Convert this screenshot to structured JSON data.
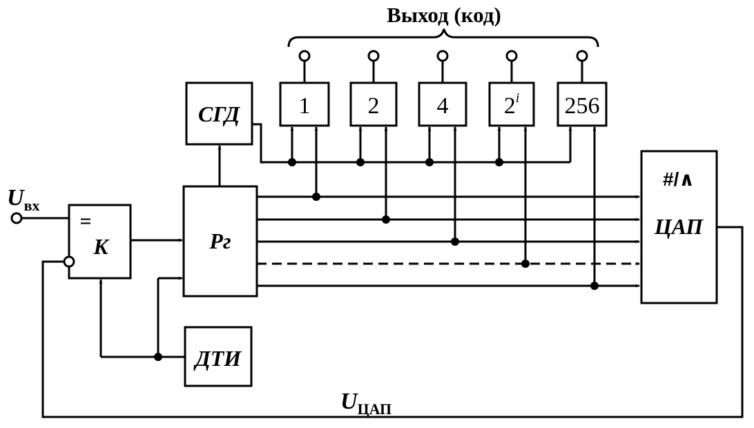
{
  "title": "Выход (код)",
  "input_label": {
    "main": "U",
    "sub": "вх"
  },
  "feedback_label": {
    "main": "U",
    "sub": "ЦАП"
  },
  "blocks": {
    "comparator": {
      "symbol": "=",
      "label": "K"
    },
    "register": {
      "label": "Рг"
    },
    "sgd": {
      "label": "СГД"
    },
    "dti": {
      "label": "ДТИ"
    },
    "dac": {
      "symbol": "#/∧",
      "label": "ЦАП"
    }
  },
  "bits": [
    {
      "label": "1",
      "sup": ""
    },
    {
      "label": "2",
      "sup": ""
    },
    {
      "label": "4",
      "sup": ""
    },
    {
      "label": "2",
      "sup": "i"
    },
    {
      "label": "256",
      "sup": ""
    }
  ]
}
